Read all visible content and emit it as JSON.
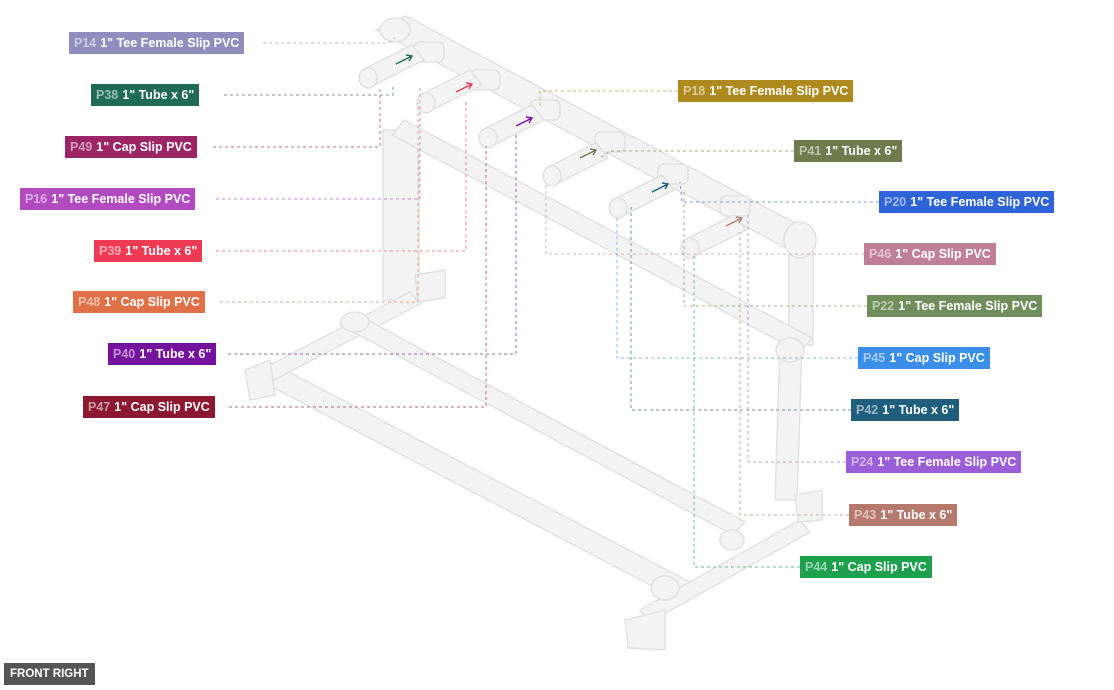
{
  "view_label": "FRONT RIGHT",
  "colors": {
    "pipe_fill": "#f3f3f3",
    "pipe_stroke": "#e2e2e2",
    "view_tag_bg": "#555555"
  },
  "parts": [
    {
      "id": "P14",
      "desc": "1\" Tee Female Slip PVC",
      "color": "#8e8fbf",
      "side": "left"
    },
    {
      "id": "P38",
      "desc": "1\" Tube x 6\"",
      "color": "#1f6b55",
      "side": "left"
    },
    {
      "id": "P49",
      "desc": "1\" Cap Slip PVC",
      "color": "#9c2566",
      "side": "left"
    },
    {
      "id": "P16",
      "desc": "1\" Tee Female Slip PVC",
      "color": "#b24bc0",
      "side": "left"
    },
    {
      "id": "P39",
      "desc": "1\" Tube x 6\"",
      "color": "#ee3b55",
      "side": "left"
    },
    {
      "id": "P48",
      "desc": "1\" Cap Slip PVC",
      "color": "#e07048",
      "side": "left"
    },
    {
      "id": "P40",
      "desc": "1\" Tube x 6\"",
      "color": "#74129d",
      "side": "left"
    },
    {
      "id": "P47",
      "desc": "1\" Cap Slip PVC",
      "color": "#8b1830",
      "side": "left"
    },
    {
      "id": "P18",
      "desc": "1\" Tee Female Slip PVC",
      "color": "#ae8a1e",
      "side": "right"
    },
    {
      "id": "P41",
      "desc": "1\" Tube x 6\"",
      "color": "#6f7a4d",
      "side": "right"
    },
    {
      "id": "P20",
      "desc": "1\" Tee Female Slip PVC",
      "color": "#2f63d8",
      "side": "right"
    },
    {
      "id": "P46",
      "desc": "1\" Cap Slip PVC",
      "color": "#c07f98",
      "side": "right"
    },
    {
      "id": "P22",
      "desc": "1\" Tee Female Slip PVC",
      "color": "#6f8e5c",
      "side": "right"
    },
    {
      "id": "P45",
      "desc": "1\" Cap Slip PVC",
      "color": "#3b8ee8",
      "side": "right"
    },
    {
      "id": "P42",
      "desc": "1\" Tube x 6\"",
      "color": "#1f5e7c",
      "side": "right"
    },
    {
      "id": "P24",
      "desc": "1\" Tee Female Slip PVC",
      "color": "#9a5ed8",
      "side": "right"
    },
    {
      "id": "P43",
      "desc": "1\" Tube x 6\"",
      "color": "#b57a6d",
      "side": "right"
    },
    {
      "id": "P44",
      "desc": "1\" Cap Slip PVC",
      "color": "#1fa04f",
      "side": "right"
    }
  ]
}
